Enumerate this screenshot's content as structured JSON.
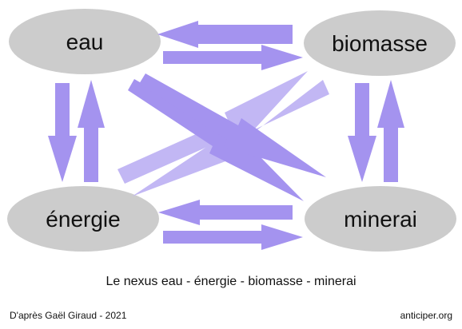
{
  "colors": {
    "node_fill": "#cccccc",
    "arrow_main": "#a493ef",
    "arrow_light": "#c2b7f4",
    "text": "#111111"
  },
  "nodes": {
    "eau": "eau",
    "biomasse": "biomasse",
    "energie": "énergie",
    "minerai": "minerai"
  },
  "caption": "Le nexus eau - énergie - biomasse - minerai",
  "credit": "D'après Gaël Giraud - 2021",
  "source": "anticiper.org"
}
